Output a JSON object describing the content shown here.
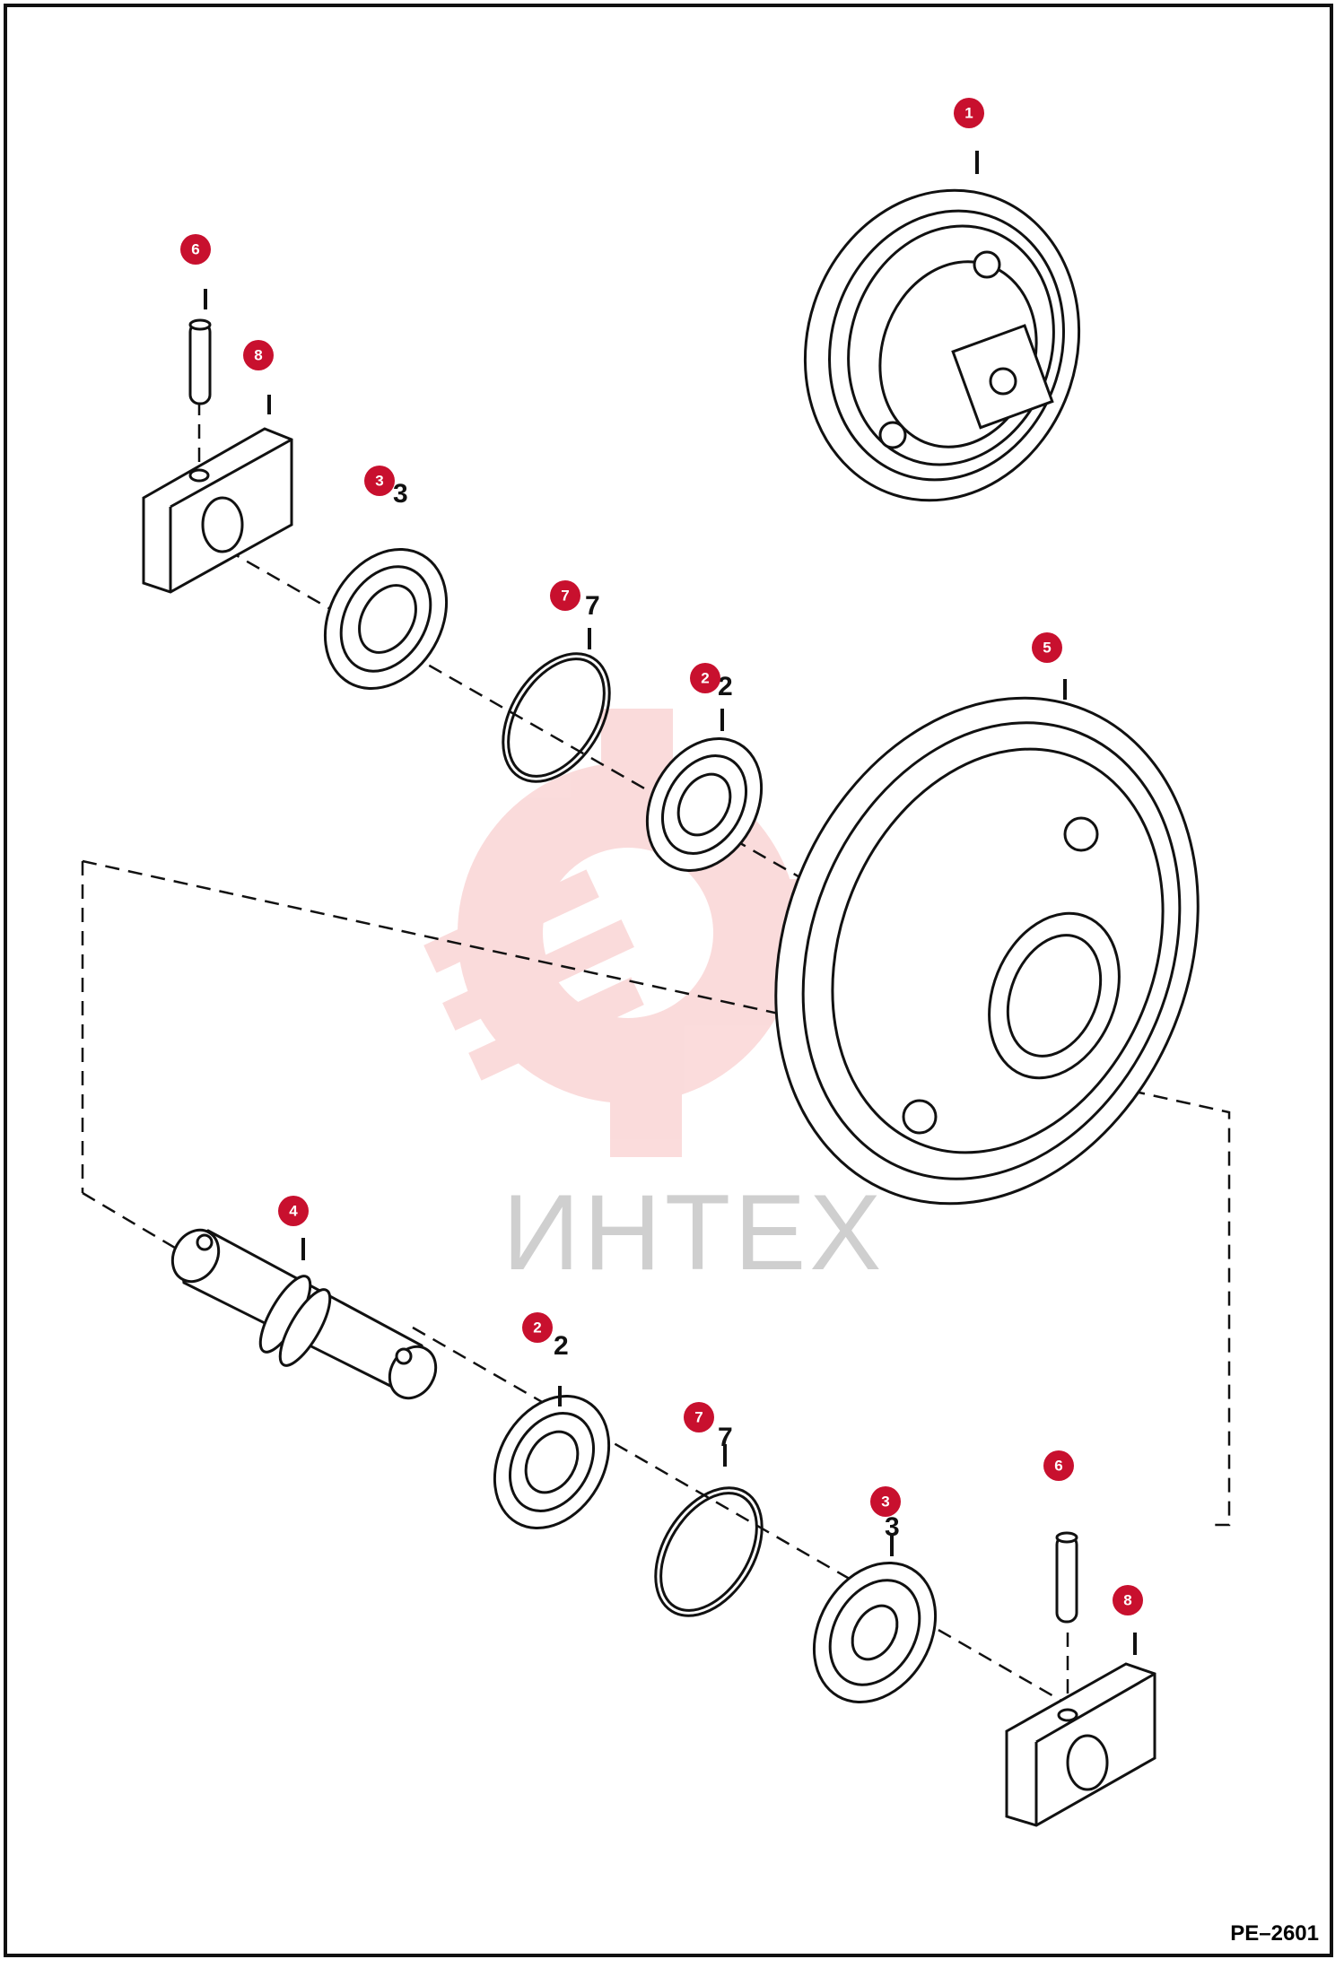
{
  "figure_id": "PE–2601",
  "watermark": {
    "text": "ИНТЕХ",
    "color": "#f08080"
  },
  "accent_color": "#c8102e",
  "callouts": [
    {
      "label": "1"
    },
    {
      "label": "6"
    },
    {
      "label": "8"
    },
    {
      "label": "3"
    },
    {
      "label": "7"
    },
    {
      "label": "2"
    },
    {
      "label": "5"
    },
    {
      "label": "4"
    },
    {
      "label": "2"
    },
    {
      "label": "7"
    },
    {
      "label": "6"
    },
    {
      "label": "3"
    },
    {
      "label": "8"
    }
  ],
  "ghost_labels": [
    {
      "label": "3"
    },
    {
      "label": "7"
    },
    {
      "label": "2"
    },
    {
      "label": "2"
    },
    {
      "label": "7"
    },
    {
      "label": "3"
    }
  ]
}
